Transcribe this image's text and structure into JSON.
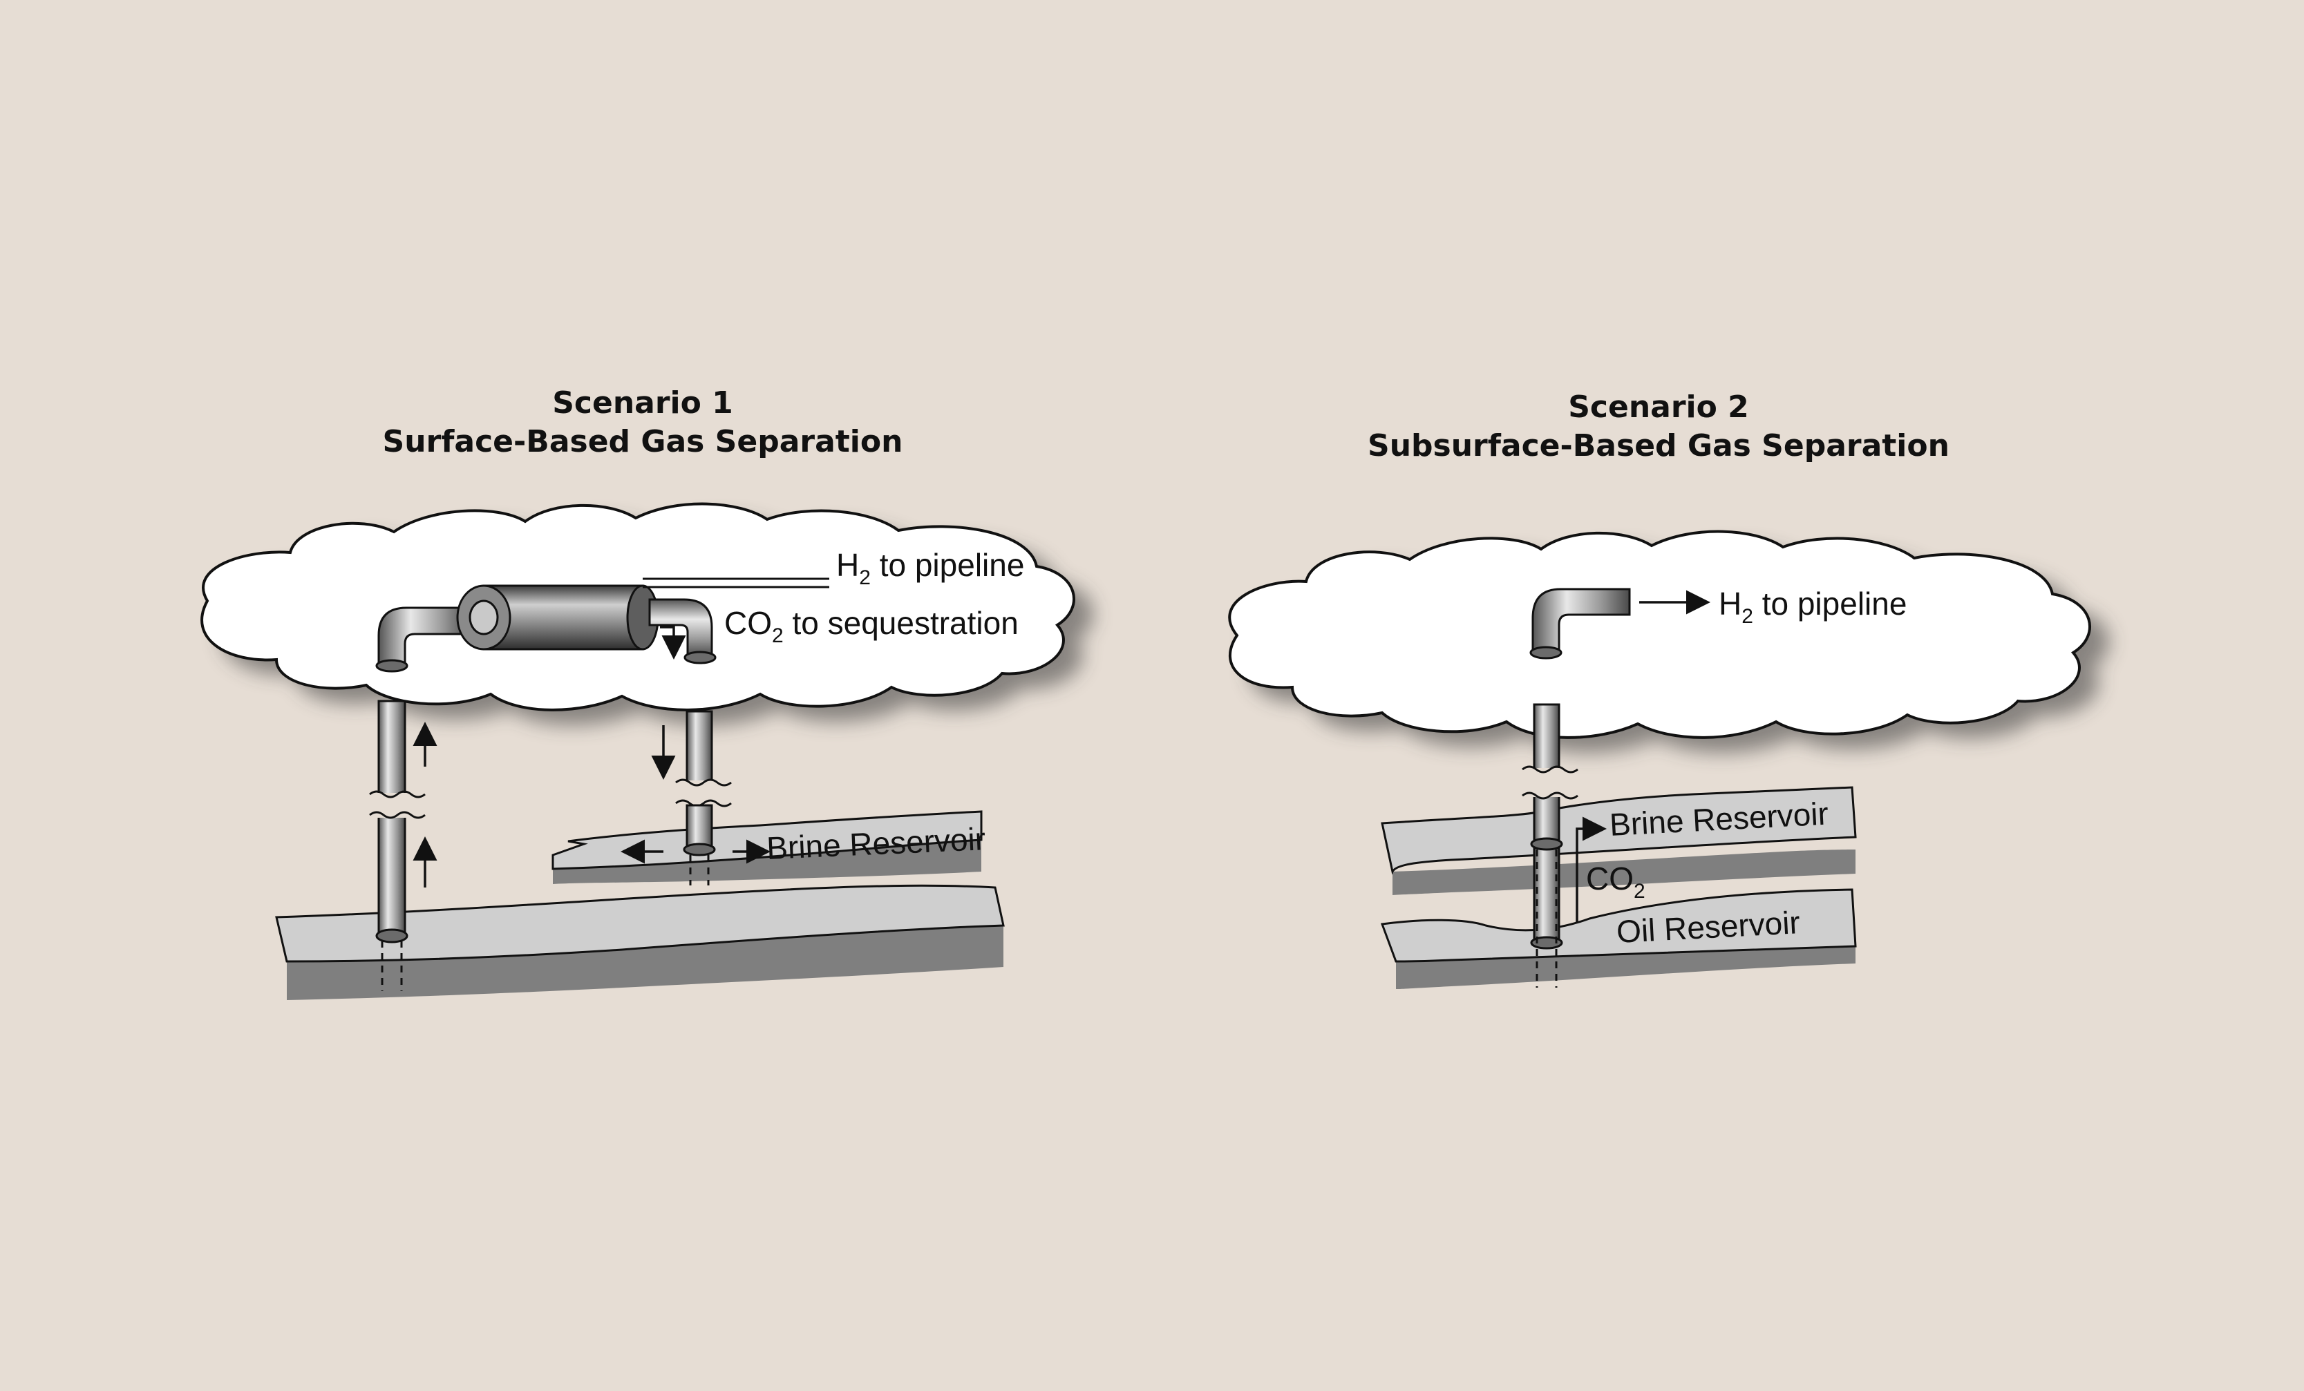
{
  "scenario1": {
    "title_line1": "Scenario 1",
    "title_line2": "Surface-Based Gas Separation",
    "label_h2": "H",
    "label_h2_sub": "2",
    "label_h2_rest": " to pipeline",
    "label_co2": "CO",
    "label_co2_sub": "2",
    "label_co2_rest": " to sequestration",
    "label_brine": "Brine Reservoir"
  },
  "scenario2": {
    "title_line1": "Scenario 2",
    "title_line2": "Subsurface-Based Gas Separation",
    "label_h2": "H",
    "label_h2_sub": "2",
    "label_h2_rest": " to pipeline",
    "label_brine": "Brine Reservoir",
    "label_co2": "CO",
    "label_co2_sub": "2",
    "label_oil": "Oil Reservoir"
  },
  "colors": {
    "background": "#e6ddd4",
    "layer_light": "#cfcfcf",
    "layer_dark": "#7f7f7f",
    "cloud": "#ffffff"
  }
}
